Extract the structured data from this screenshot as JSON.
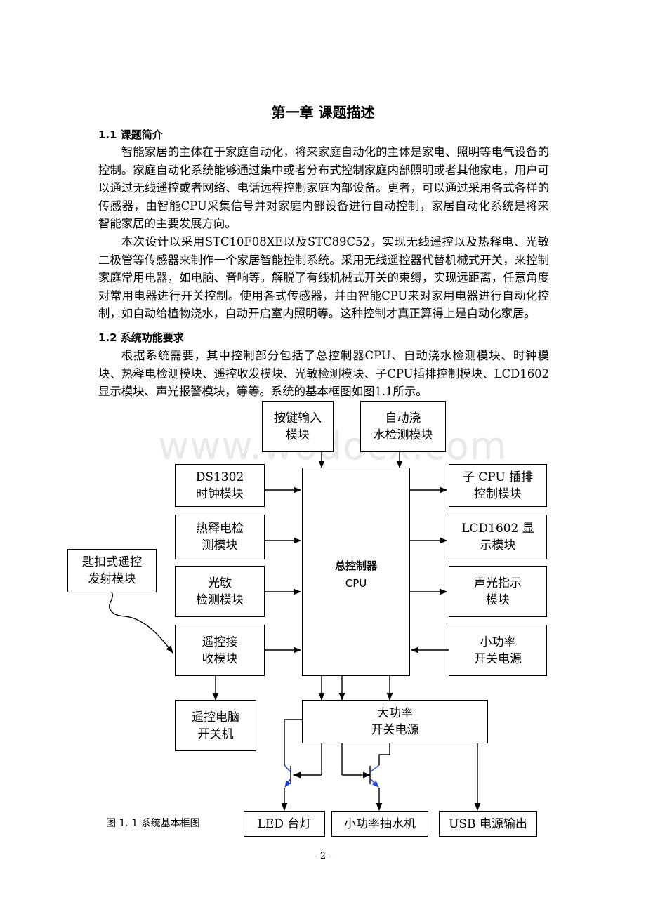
{
  "document": {
    "chapter_title": "第一章 课题描述",
    "section_1": {
      "heading": "1.1  课题简介",
      "paragraphs": [
        "智能家居的主体在于家庭自动化，将来家庭自动化的主体是家电、照明等电气设备的控制。家庭自动化系统能够通过集中或者分布式控制家庭内部照明或者其他家电，用户可以通过无线遥控或者网络、电话远程控制家庭内部设备。更者，可以通过采用各式各样的传感器，由智能CPU采集信号并对家庭内部设备进行自动控制，家居自动化系统是将来智能家居的主要发展方向。",
        "本次设计以采用STC10F08XE以及STC89C52，实现无线遥控以及热释电、光敏二极管等传感器来制作一个家居智能控制系统。采用无线遥控器代替机械式开关，来控制家庭常用电器，如电脑、音响等。解脱了有线机械式开关的束缚，实现远距离，任意角度对常用电器进行开关控制。使用各式传感器，并由智能CPU来对家用电器进行自动化控制，如自动给植物浇水，自动开启室内照明等。这种控制才真正算得上是自动化家居。"
      ]
    },
    "section_2": {
      "heading": "1.2  系统功能要求",
      "paragraphs": [
        "根据系统需要，其中控制部分包括了总控制器CPU、自动浇水检测模块、时钟模块、热释电检测模块、遥控收发模块、光敏检测模块、子CPU插排控制模块、LCD1602显示模块、声光报警模块，等等。系统的基本框图如图1.1所示。"
      ]
    },
    "diagram": {
      "keypad": "按键输入\n模块",
      "watering": "自动浇\n水检测模块",
      "ds1302": "DS1302\n时钟模块",
      "pir": "热释电检\n测模块",
      "photo": "光敏\n检测模块",
      "rx": "遥控接\n收模块",
      "remote_tx": "匙扣式遥控\n发射模块",
      "pc": "遥控电脑\n开关机",
      "cpu_title": "总控制器",
      "cpu_sub": "CPU",
      "sub_cpu": "子 CPU 插排\n控制模块",
      "lcd": "LCD1602 显\n示模块",
      "alarm": "声光指示\n模块",
      "small_psu": "小功率\n开关电源",
      "big_psu": "大功率\n开关电源",
      "led": "LED 台灯",
      "pump": "小功率抽水机",
      "usb": "USB 电源输出"
    },
    "watermark": "www.wodocx.com",
    "caption": "图  1. 1  系统基本框图",
    "page_number": "- 2 -"
  }
}
